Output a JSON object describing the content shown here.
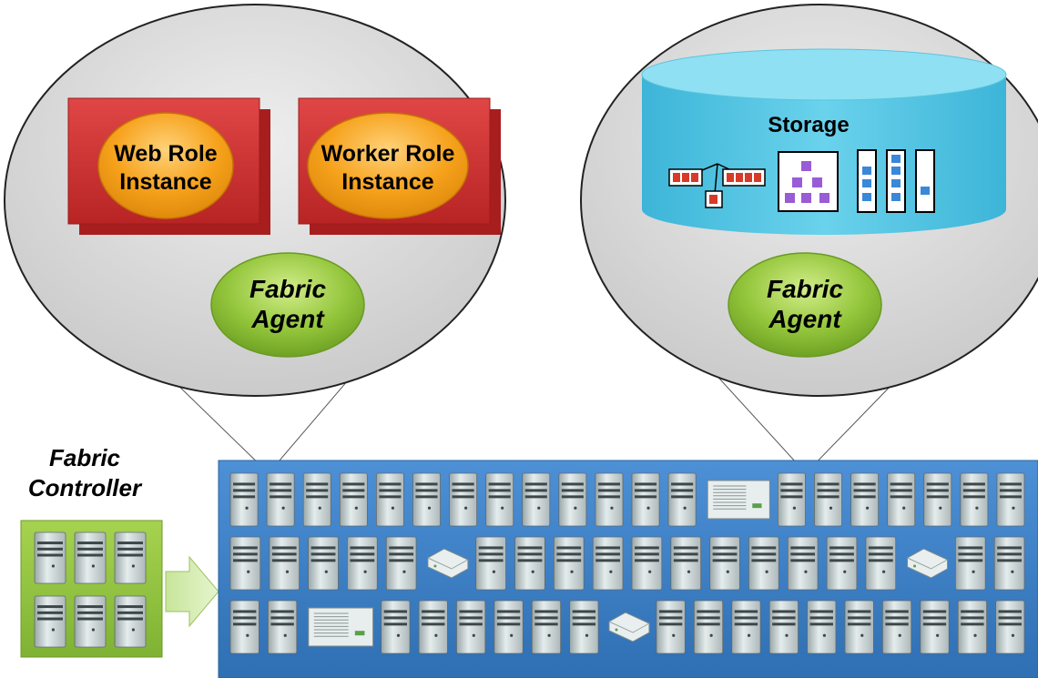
{
  "left_node": {
    "web_role": {
      "line1": "Web Role",
      "line2": "Instance"
    },
    "worker_role": {
      "line1": "Worker Role",
      "line2": "Instance"
    },
    "agent": {
      "line1": "Fabric",
      "line2": "Agent"
    }
  },
  "right_node": {
    "storage_label": "Storage",
    "agent": {
      "line1": "Fabric",
      "line2": "Agent"
    }
  },
  "controller": {
    "line1": "Fabric",
    "line2": "Controller"
  },
  "colors": {
    "rack_blue": "#3d7fc4",
    "role_red": "#cf3131",
    "instance_orange": "#f6a21c",
    "agent_green": "#8fc43a",
    "storage_cyan": "#4fc3e0",
    "controller_green": "#8dc43f"
  },
  "rack": {
    "rows": [
      [
        "server",
        "server",
        "server",
        "server",
        "server",
        "server",
        "server",
        "server",
        "server",
        "server",
        "server",
        "server",
        "server",
        "switch",
        "server",
        "server",
        "server",
        "server",
        "server",
        "server",
        "server"
      ],
      [
        "server",
        "server",
        "server",
        "server",
        "server",
        "router",
        "server",
        "server",
        "server",
        "server",
        "server",
        "server",
        "server",
        "server",
        "server",
        "server",
        "server",
        "router",
        "server",
        "server"
      ],
      [
        "server",
        "server",
        "switch",
        "server",
        "server",
        "server",
        "server",
        "server",
        "server",
        "router",
        "server",
        "server",
        "server",
        "server",
        "server",
        "server",
        "server",
        "server",
        "server",
        "server"
      ]
    ]
  }
}
